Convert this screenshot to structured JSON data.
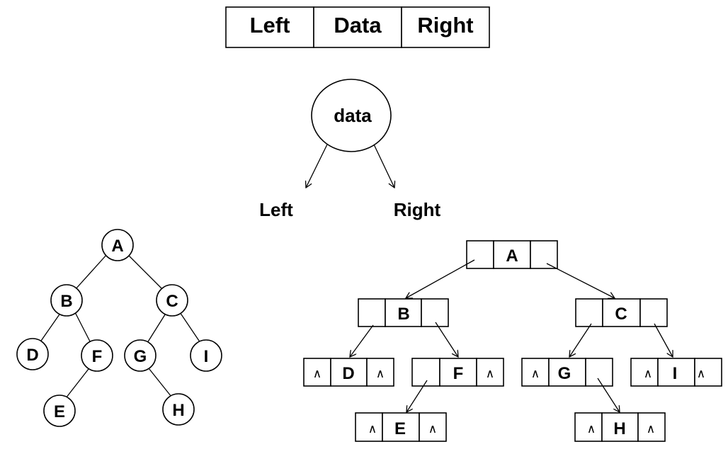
{
  "structure": {
    "left": "Left",
    "data": "Data",
    "right": "Right"
  },
  "node_icon": {
    "data": "data",
    "left": "Left",
    "right": "Right"
  },
  "tree": {
    "nodes": [
      "A",
      "B",
      "C",
      "D",
      "F",
      "G",
      "I",
      "E",
      "H"
    ]
  },
  "linked": {
    "null_symbol": "∧",
    "nodes": [
      "A",
      "B",
      "C",
      "D",
      "F",
      "G",
      "I",
      "E",
      "H"
    ]
  }
}
